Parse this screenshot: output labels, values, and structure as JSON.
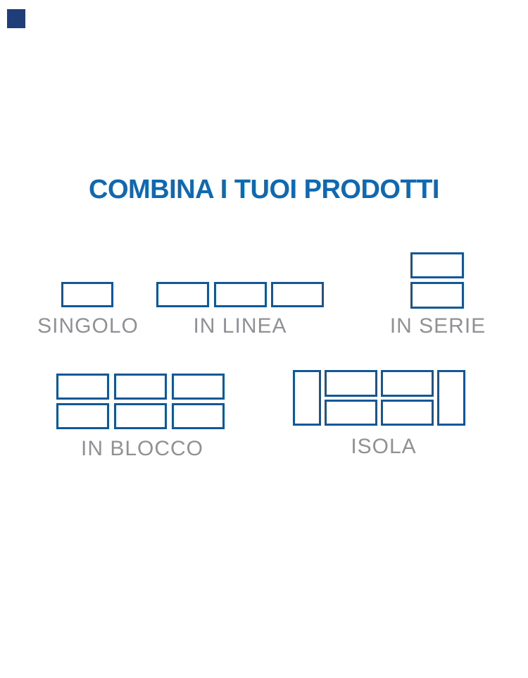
{
  "page": {
    "title": "COMBINA I TUOI PRODOTTI"
  },
  "colors": {
    "background": "#FFFFFF",
    "title_blue": "#0E68B2",
    "box_border_blue": "#125897",
    "label_gray": "#919195",
    "corner_navy": "#1F3E78"
  },
  "corner_mark": {
    "shape": "small-filled-square"
  },
  "groups": [
    {
      "id": "singolo",
      "label": "SINGOLO",
      "modules": 1,
      "arrangement": "single horizontal module"
    },
    {
      "id": "in-linea",
      "label": "IN LINEA",
      "modules": 3,
      "arrangement": "three modules side by side"
    },
    {
      "id": "in-serie",
      "label": "IN SERIE",
      "modules": 2,
      "arrangement": "two modules stacked vertically"
    },
    {
      "id": "in-blocco",
      "label": "IN BLOCCO",
      "modules": 6,
      "arrangement": "grid of three columns by two rows"
    },
    {
      "id": "isola",
      "label": "ISOLA",
      "modules": 6,
      "arrangement": "2x2 grid flanked by two vertical end modules"
    }
  ]
}
